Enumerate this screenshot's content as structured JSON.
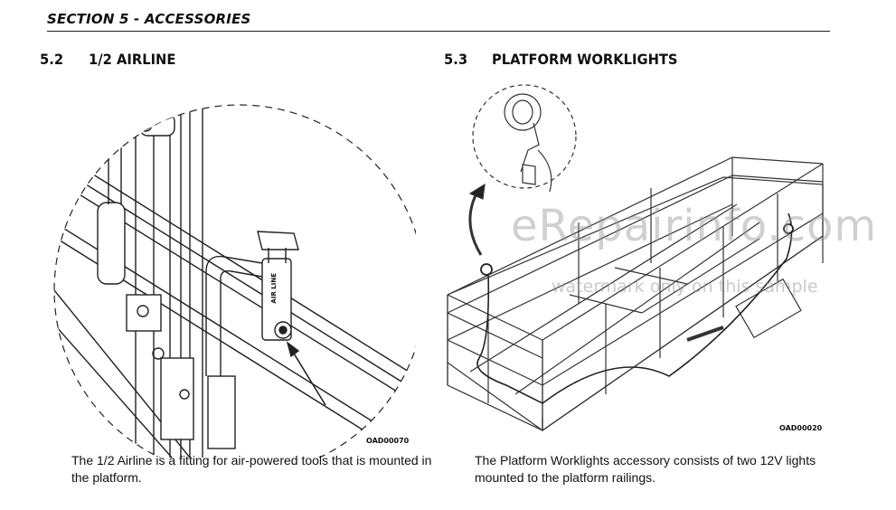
{
  "header": {
    "section": "SECTION 5 - ACCESSORIES"
  },
  "left": {
    "number": "5.2",
    "title": "1/2 AIRLINE",
    "tag_text": "AIR LINE",
    "figure_code": "OAD00070",
    "description": "The 1/2 Airline is a fitting for air-powered tools that is mounted in the platform."
  },
  "right": {
    "number": "5.3",
    "title": "PLATFORM WORKLIGHTS",
    "figure_code": "OAD00020",
    "description": "The Platform Worklights accessory consists of two 12V lights mounted to the platform railings."
  },
  "watermark": {
    "main": "eRepairinfo.com",
    "sub": "watermark only on this sample"
  }
}
